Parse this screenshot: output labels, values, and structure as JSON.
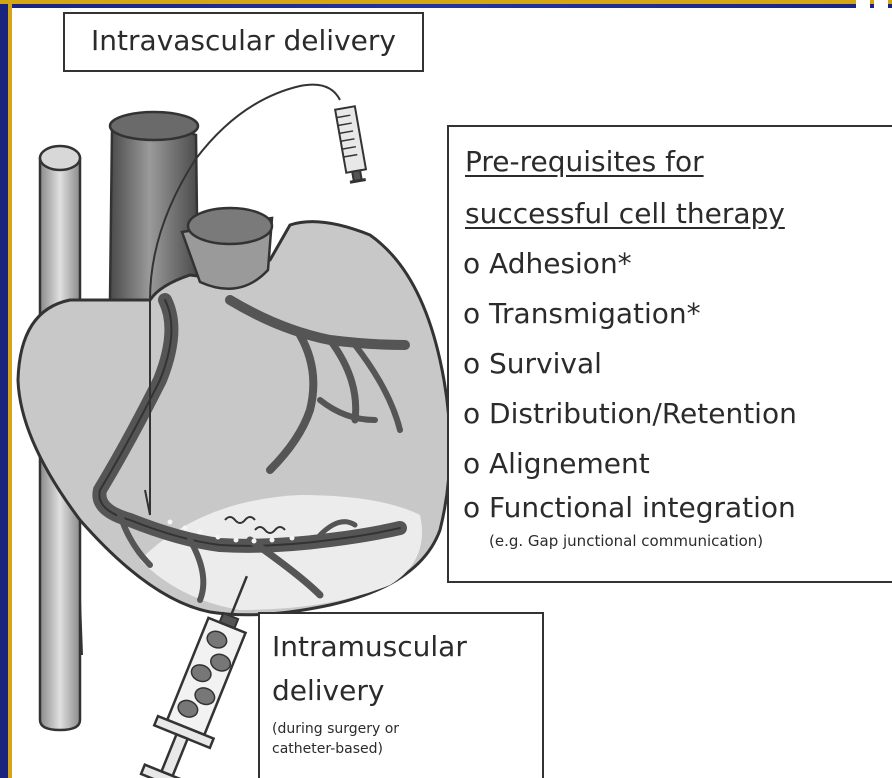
{
  "intravascular": {
    "label": "Intravascular delivery"
  },
  "prerequisites": {
    "title_line1": "Pre-requisites for",
    "title_line2": "successful cell therapy",
    "bullet": "o",
    "items": [
      "Adhesion*",
      "Transmigation*",
      "Survival",
      "Distribution/Retention",
      "Alignement",
      "Functional integration"
    ],
    "note": "(e.g. Gap junctional communication)"
  },
  "intramuscular": {
    "label_line1": "Intramuscular",
    "label_line2": "delivery",
    "note_line1": "(during surgery or",
    "note_line2": "catheter-based)"
  },
  "colors": {
    "frame_blue": "#1c2a8c",
    "frame_gold": "#d4a514",
    "heart_fill": "#c9c9c9",
    "vessel_dark": "#555555",
    "outline": "#333333"
  },
  "icons": [
    "heart-illustration",
    "catheter-syringe-icon",
    "injection-syringe-icon"
  ]
}
